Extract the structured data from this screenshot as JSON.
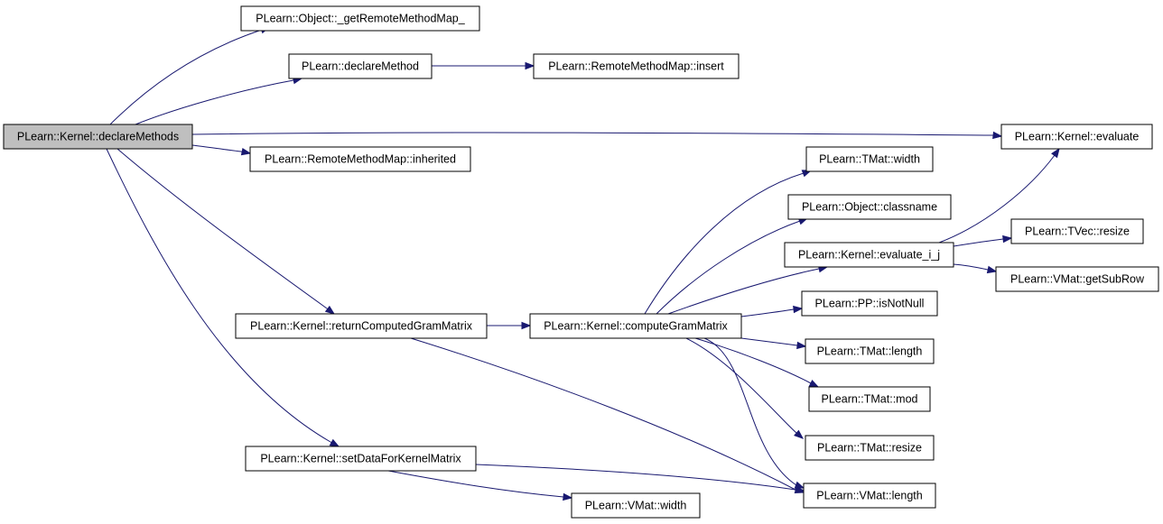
{
  "diagram": {
    "colors": {
      "edge": "#191970",
      "root_fill": "#bfbfbf",
      "node_fill": "#ffffff",
      "node_border": "#000000"
    },
    "nodes": {
      "declareMethods": {
        "label": "PLearn::Kernel::declareMethods"
      },
      "getRemoteMethodMap": {
        "label": "PLearn::Object::_getRemoteMethodMap_"
      },
      "declareMethod": {
        "label": "PLearn::declareMethod"
      },
      "rmmInsert": {
        "label": "PLearn::RemoteMethodMap::insert"
      },
      "kernelEvaluate": {
        "label": "PLearn::Kernel::evaluate"
      },
      "rmmInherited": {
        "label": "PLearn::RemoteMethodMap::inherited"
      },
      "tmatWidth": {
        "label": "PLearn::TMat::width"
      },
      "objectClassname": {
        "label": "PLearn::Object::classname"
      },
      "evaluateIJ": {
        "label": "PLearn::Kernel::evaluate_i_j"
      },
      "tvecResize": {
        "label": "PLearn::TVec::resize"
      },
      "vmatGetSubRow": {
        "label": "PLearn::VMat::getSubRow"
      },
      "returnComputedGramMatrix": {
        "label": "PLearn::Kernel::returnComputedGramMatrix"
      },
      "computeGramMatrix": {
        "label": "PLearn::Kernel::computeGramMatrix"
      },
      "ppIsNotNull": {
        "label": "PLearn::PP::isNotNull"
      },
      "tmatLength": {
        "label": "PLearn::TMat::length"
      },
      "tmatMod": {
        "label": "PLearn::TMat::mod"
      },
      "tmatResize": {
        "label": "PLearn::TMat::resize"
      },
      "setDataForKernelMatrix": {
        "label": "PLearn::Kernel::setDataForKernelMatrix"
      },
      "vmatLength": {
        "label": "PLearn::VMat::length"
      },
      "vmatWidth": {
        "label": "PLearn::VMat::width"
      }
    },
    "edges": [
      {
        "from": "declareMethods",
        "to": "getRemoteMethodMap"
      },
      {
        "from": "declareMethods",
        "to": "declareMethod"
      },
      {
        "from": "declareMethods",
        "to": "kernelEvaluate"
      },
      {
        "from": "declareMethods",
        "to": "rmmInherited"
      },
      {
        "from": "declareMethods",
        "to": "returnComputedGramMatrix"
      },
      {
        "from": "declareMethods",
        "to": "setDataForKernelMatrix"
      },
      {
        "from": "declareMethod",
        "to": "rmmInsert"
      },
      {
        "from": "returnComputedGramMatrix",
        "to": "computeGramMatrix"
      },
      {
        "from": "returnComputedGramMatrix",
        "to": "vmatLength"
      },
      {
        "from": "computeGramMatrix",
        "to": "tmatWidth"
      },
      {
        "from": "computeGramMatrix",
        "to": "objectClassname"
      },
      {
        "from": "computeGramMatrix",
        "to": "evaluateIJ"
      },
      {
        "from": "computeGramMatrix",
        "to": "ppIsNotNull"
      },
      {
        "from": "computeGramMatrix",
        "to": "tmatLength"
      },
      {
        "from": "computeGramMatrix",
        "to": "tmatMod"
      },
      {
        "from": "computeGramMatrix",
        "to": "tmatResize"
      },
      {
        "from": "computeGramMatrix",
        "to": "vmatLength"
      },
      {
        "from": "evaluateIJ",
        "to": "kernelEvaluate"
      },
      {
        "from": "evaluateIJ",
        "to": "tvecResize"
      },
      {
        "from": "evaluateIJ",
        "to": "vmatGetSubRow"
      },
      {
        "from": "setDataForKernelMatrix",
        "to": "vmatLength"
      },
      {
        "from": "setDataForKernelMatrix",
        "to": "vmatWidth"
      }
    ]
  }
}
